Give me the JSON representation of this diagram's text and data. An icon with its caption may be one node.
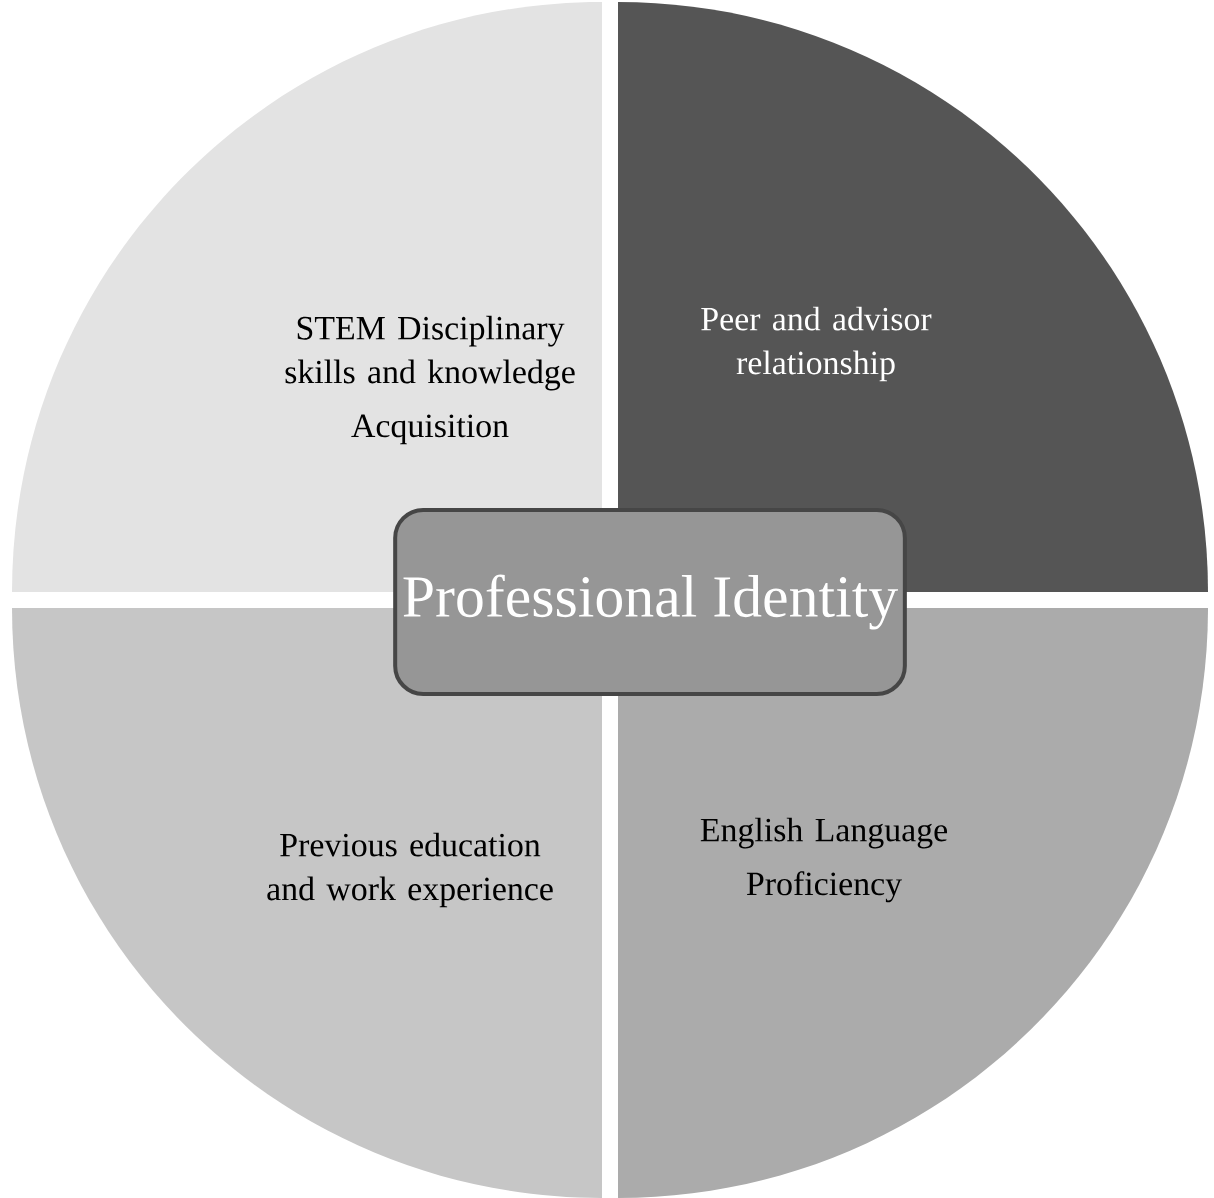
{
  "diagram": {
    "nodes": [
      {
        "text": [
          "STEM Disciplinary skills and knowledge",
          "Acquisition"
        ]
      },
      {
        "text": [
          "Peer and advisor relationship"
        ]
      },
      {
        "text": [
          "Previous education and work experience"
        ]
      },
      {
        "text": [
          "English Language",
          "Proficiency"
        ]
      },
      {
        "text": [
          "Professional Identity"
        ]
      }
    ]
  }
}
